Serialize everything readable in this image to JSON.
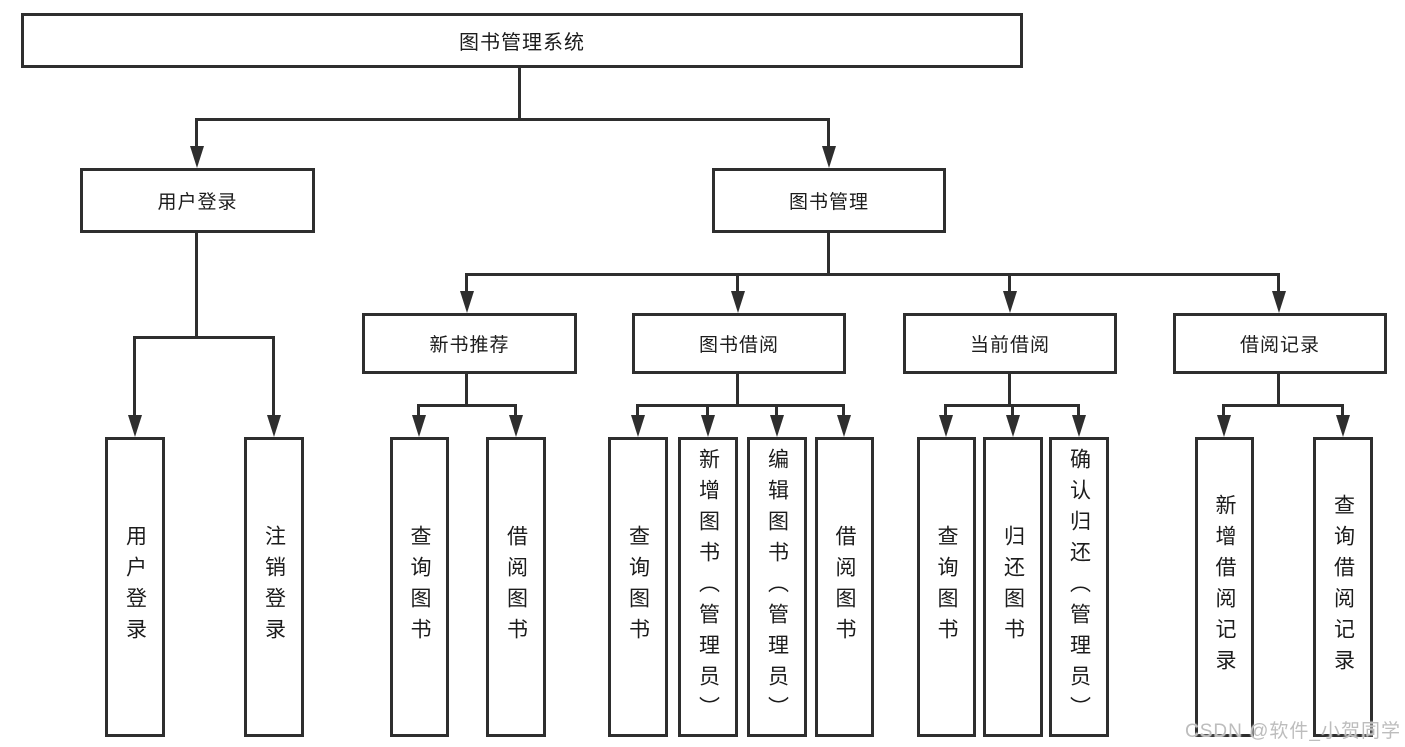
{
  "diagram": {
    "root": "图书管理系统",
    "level2": {
      "user_login": "用户登录",
      "book_mgmt": "图书管理"
    },
    "level3": {
      "new_book_rec": "新书推荐",
      "book_borrow": "图书借阅",
      "current_borrow": "当前借阅",
      "borrow_records": "借阅记录"
    },
    "leaves": {
      "user_login": [
        "用户登录",
        "注销登录"
      ],
      "new_book_rec": [
        "查询图书",
        "借阅图书"
      ],
      "book_borrow": [
        "查询图书",
        "新增图书（管理员）",
        "编辑图书（管理员）",
        "借阅图书"
      ],
      "current_borrow": [
        "查询图书",
        "归还图书",
        "确认归还（管理员）"
      ],
      "borrow_records": [
        "新增借阅记录",
        "查询借阅记录"
      ]
    }
  },
  "watermark": "CSDN @软件_小贺同学",
  "colors": {
    "line": "#2e2e2e",
    "text": "#1c1c1c",
    "background": "#ffffff",
    "watermark": "#bdbdbd"
  }
}
